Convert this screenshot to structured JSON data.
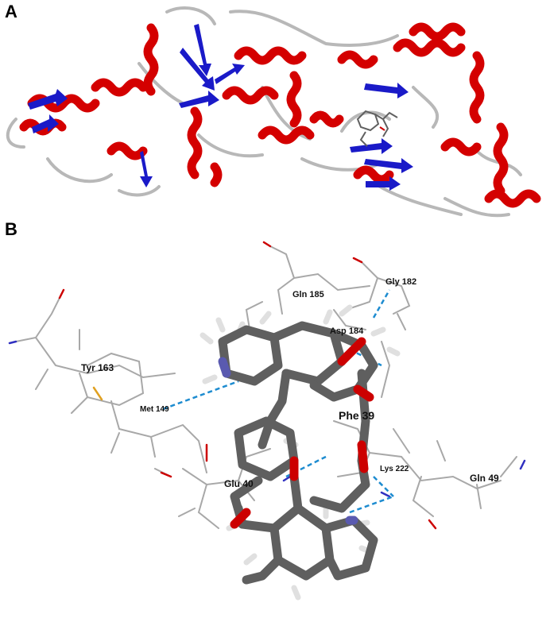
{
  "panels": {
    "a": {
      "label": "A"
    },
    "b": {
      "label": "B"
    }
  },
  "residues": [
    {
      "id": "gly182",
      "text": "Gly 182"
    },
    {
      "id": "gln185",
      "text": "Gln 185"
    },
    {
      "id": "asp184",
      "text": "Asp 184"
    },
    {
      "id": "tyr163",
      "text": "Tyr 163"
    },
    {
      "id": "met149",
      "text": "Met 149"
    },
    {
      "id": "phe39",
      "text": "Phe 39"
    },
    {
      "id": "lys222",
      "text": "Lys 222"
    },
    {
      "id": "gln49",
      "text": "Gln 49"
    },
    {
      "id": "glu40",
      "text": "Glu 40"
    }
  ],
  "colors": {
    "helix": "#d40000",
    "sheet": "#1a1ac8",
    "coil": "#b8b8b8",
    "ligand_carbon": "#606060",
    "ligand_hydrogen": "#e0e0e0",
    "oxygen": "#cc0000",
    "nitrogen": "#3030c0",
    "sulfur": "#e0a020",
    "hbond": "#1e8cd0"
  }
}
